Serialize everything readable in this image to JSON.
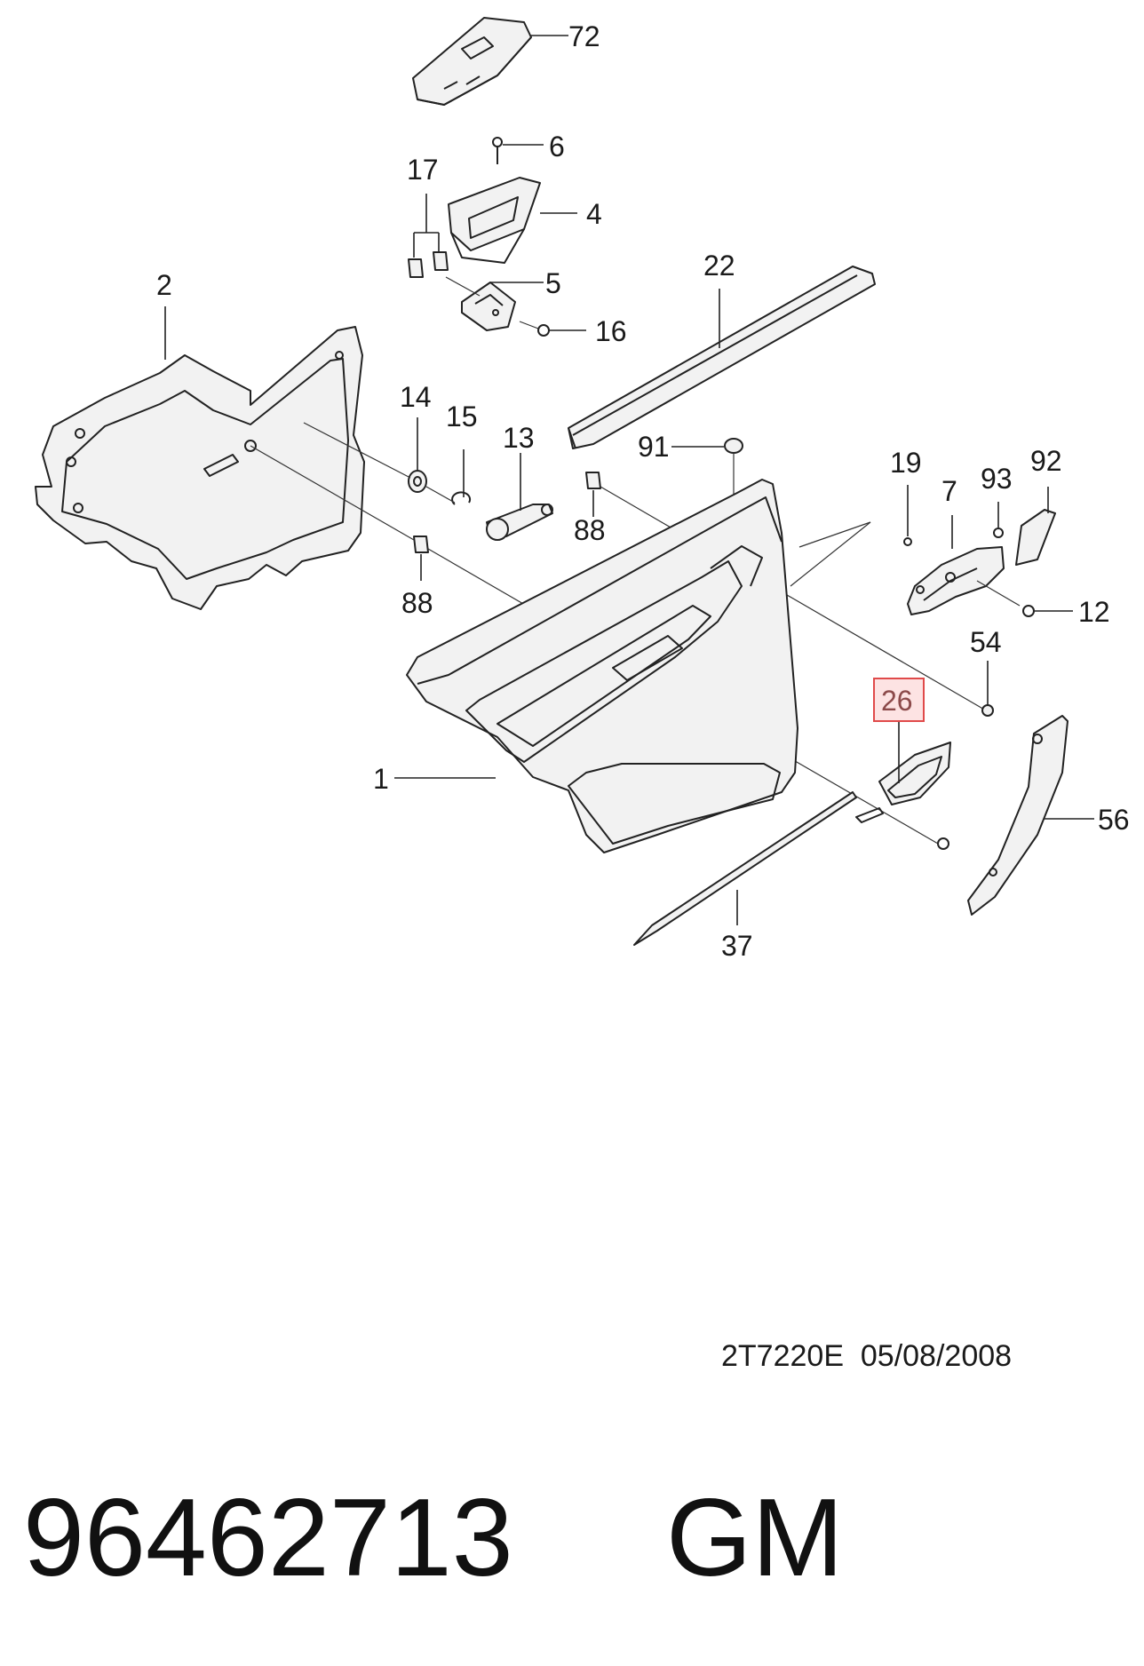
{
  "diagram": {
    "callouts": {
      "c72": "72",
      "c6": "6",
      "c17": "17",
      "c4": "4",
      "c5": "5",
      "c16": "16",
      "c2": "2",
      "c22": "22",
      "c14": "14",
      "c15": "15",
      "c13": "13",
      "c91": "91",
      "c88a": "88",
      "c88b": "88",
      "c19": "19",
      "c7": "7",
      "c93": "93",
      "c92": "92",
      "c12": "12",
      "c54": "54",
      "c26": "26",
      "c1": "1",
      "c56": "56",
      "c37": "37"
    },
    "highlighted_part": "26",
    "highlight_color": "#e04a4a",
    "reference": "2T7220E  05/08/2008",
    "part_number": "96462713",
    "brand": "GM"
  }
}
